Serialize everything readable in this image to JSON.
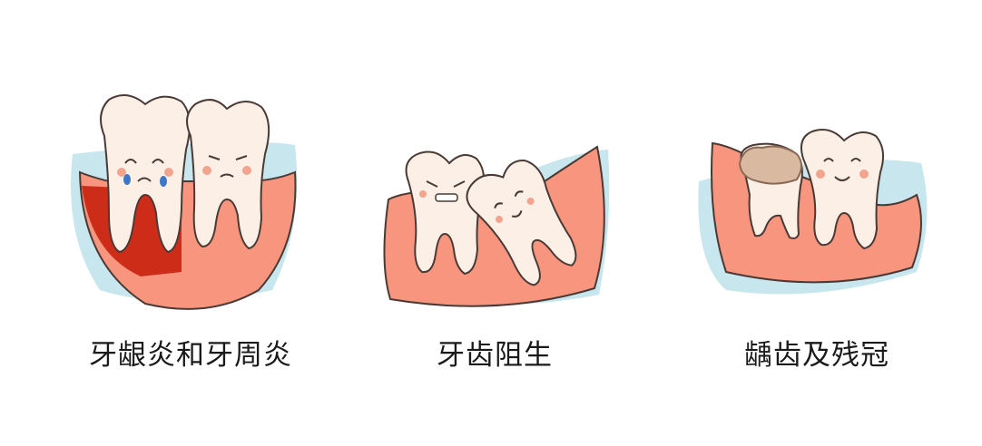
{
  "colors": {
    "gum": "#f7957e",
    "gum_outline": "#4a3a36",
    "backdrop": "#c7e6ee",
    "tooth": "#fbefe6",
    "tooth_outline": "#4a3a36",
    "inflamed": "#c8200e",
    "tear": "#3d78c8",
    "cheek": "#f2a48f",
    "decay": "#d9b9a0"
  },
  "icons": {
    "panel_1": "crying-tooth-with-inflamed-gum-icon",
    "panel_2": "impacted-wisdom-tooth-icon",
    "panel_3": "decayed-tooth-crown-icon"
  },
  "panels": [
    {
      "caption": "牙龈炎和牙周炎"
    },
    {
      "caption": "牙齿阻生"
    },
    {
      "caption": "龋齿及残冠"
    }
  ]
}
